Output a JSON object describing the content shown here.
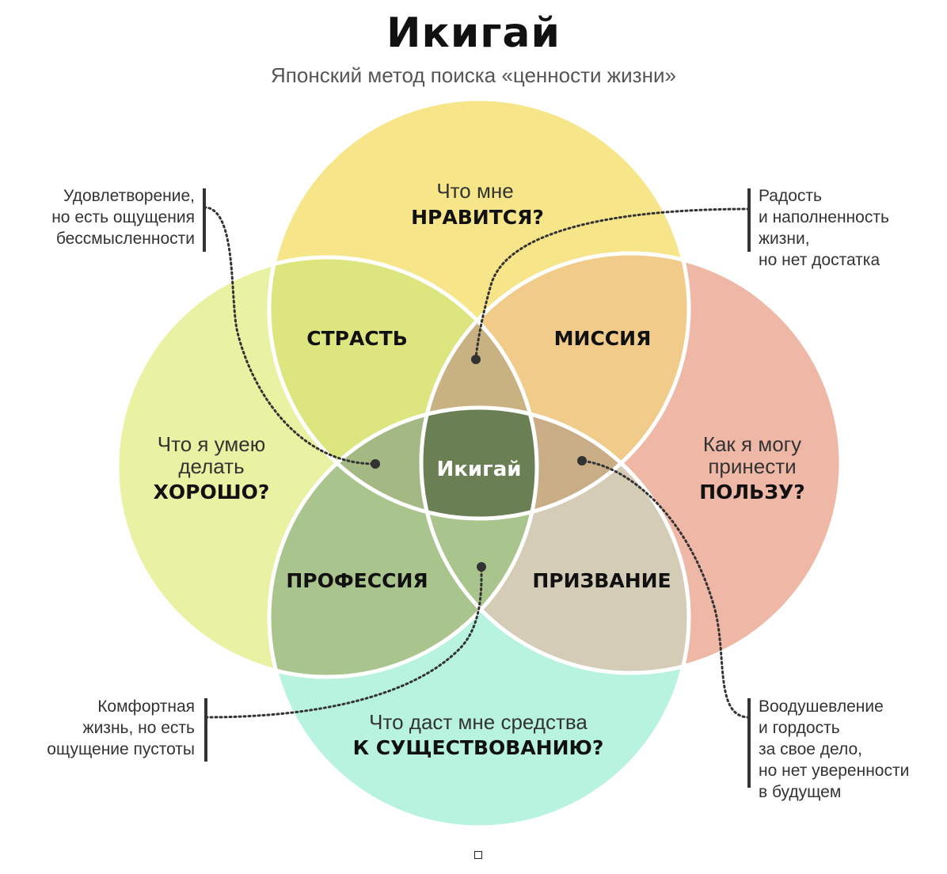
{
  "header": {
    "title": "Икигай",
    "subtitle": "Японский метод поиска «ценности жизни»"
  },
  "circles": {
    "love": {
      "line1": "Что мне",
      "line2": "НРАВИТСЯ?",
      "color": "#f7e58a"
    },
    "good": {
      "line1": "Что я умею",
      "line2": "делать",
      "line3": "ХОРОШО?",
      "color": "#e9f2a2"
    },
    "need": {
      "line1": "Как я могу",
      "line2": "принести",
      "line3": "ПОЛЬЗУ?",
      "color": "#efb7a6"
    },
    "paid": {
      "line1": "Что даст мне средства",
      "line2": "К СУЩЕСТВОВАНИЮ?",
      "color": "#b8f3e0"
    }
  },
  "zones": {
    "passion": "СТРАСТЬ",
    "mission": "МИССИЯ",
    "profession": "ПРОФЕССИЯ",
    "vocation": "ПРИЗВАНИЕ",
    "center": "Икигай"
  },
  "annotations": {
    "top_left": [
      "Удовлетворение,",
      "но есть ощущения",
      "бессмысленности"
    ],
    "top_right": [
      "Радость",
      "и наполненность",
      "жизни,",
      "но нет достатка"
    ],
    "bottom_left": [
      "Комфортная",
      "жизнь, но есть",
      "ощущение пустоты"
    ],
    "bottom_right": [
      "Воодушевление",
      "и гордость",
      "за свое дело,",
      "но нет уверенности",
      "в будущем"
    ]
  }
}
